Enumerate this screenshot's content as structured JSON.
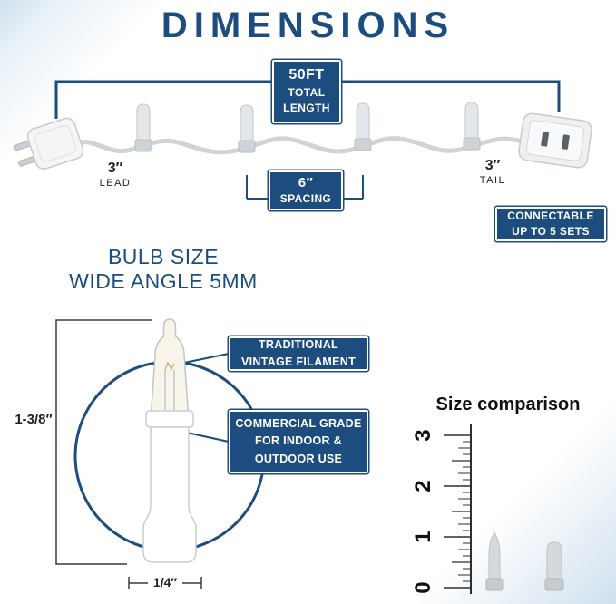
{
  "title": "DIMENSIONS",
  "colors": {
    "navy": "#1d4d7e"
  },
  "string_diagram": {
    "total_length": [
      "50FT",
      "TOTAL",
      "LENGTH"
    ],
    "lead": {
      "value": "3″",
      "label": "LEAD"
    },
    "spacing": {
      "value": "6″",
      "label": "SPACING"
    },
    "tail": {
      "value": "3″",
      "label": "TAIL"
    },
    "connectable": [
      "CONNECTABLE",
      "UP TO 5 SETS"
    ]
  },
  "bulb_section": {
    "title_lines": [
      "BULB SIZE",
      "WIDE ANGLE 5MM"
    ],
    "callout_filament": [
      "TRADITIONAL",
      "VINTAGE FILAMENT"
    ],
    "callout_grade": [
      "COMMERCIAL GRADE",
      "FOR INDOOR &",
      "OUTDOOR USE"
    ],
    "height_label": "1-3/8″",
    "width_label": "1/4″"
  },
  "size_comparison": {
    "title": "Size comparison",
    "ruler_labels": [
      "0",
      "1",
      "2",
      "3"
    ]
  }
}
